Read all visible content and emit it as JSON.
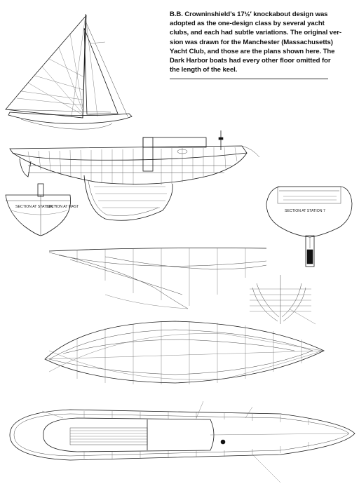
{
  "caption": {
    "lines": [
      "B.B. Crowninshield’s 17½′ knockabout design was",
      "adopted as the one-design class by several yacht",
      "clubs, and each had subtle variations. The original ver-",
      "sion was drawn for the Manchester (Massachusetts)",
      "Yacht Club, and those are the plans shown here. The",
      "Dark Harbor boats had every other floor omitted for",
      "the length of the keel."
    ]
  },
  "labels": {
    "section_at_station7": "SECTION AT STATION 7",
    "section_at_station": "SECTION AT STATION 7",
    "section_at_mast": "SECTION AT MAST"
  }
}
